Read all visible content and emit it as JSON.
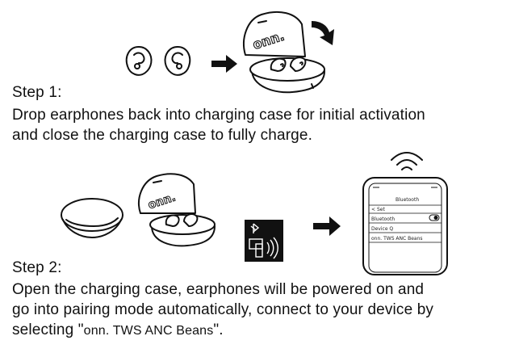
{
  "brand": "onn.",
  "step1": {
    "title": "Step 1:",
    "line1": "Drop earphones back into charging case for initial activation",
    "line2": "and close the charging case to fully charge."
  },
  "step2": {
    "title": "Step 2:",
    "line1": "Open the charging case, earphones will be powered on and",
    "line2": "go into pairing mode automatically, connect to your device by",
    "line3_prefix": "selecting \"",
    "device_name": "onn. TWS ANC Beans",
    "line3_suffix": "\"."
  },
  "phone": {
    "header": "Bluetooth",
    "back_label": "Set",
    "row_toggle_label": "Bluetooth",
    "row_device_label": "Device Q",
    "row_device_name": "onn. TWS ANC Beans"
  },
  "icons": [
    "earbud-icon",
    "arrow-right-icon",
    "charging-case-open-icon",
    "curved-arrow-icon",
    "charging-case-closed-icon",
    "bluetooth-pairing-icon",
    "wifi-signal-icon",
    "phone-icon"
  ]
}
